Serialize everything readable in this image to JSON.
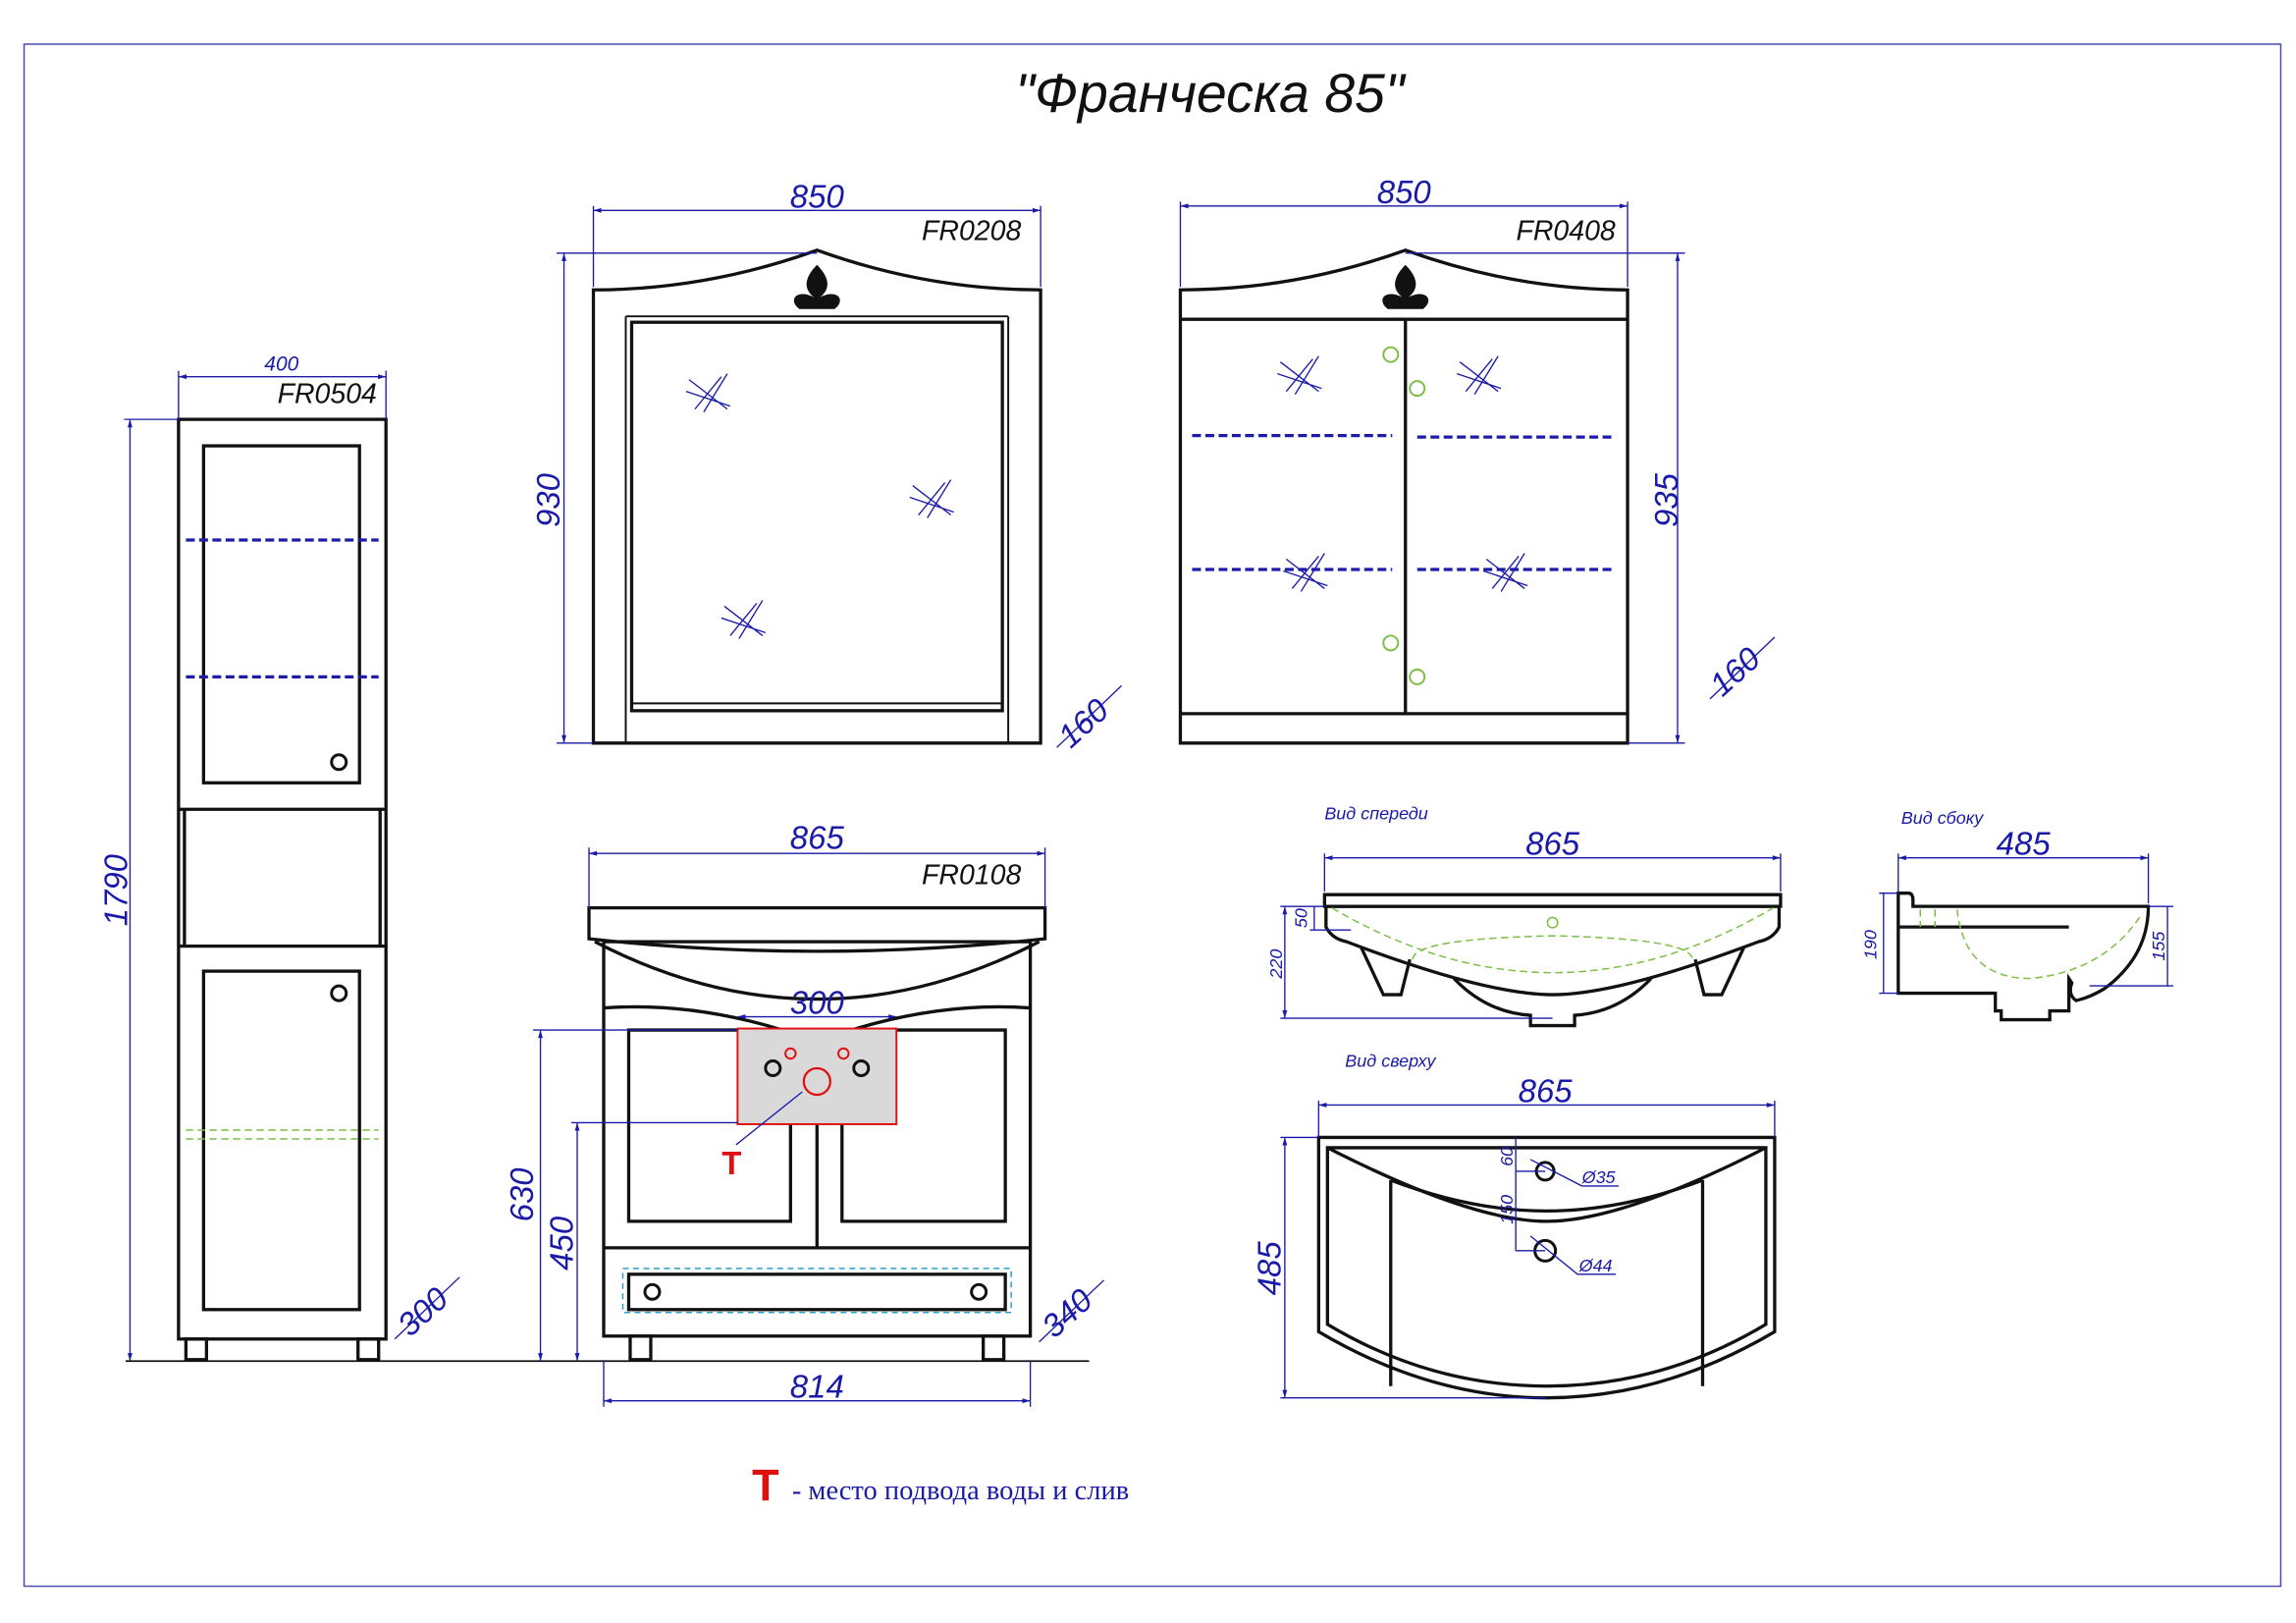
{
  "title": "\"Франческа 85\"",
  "mirror": {
    "code": "FR0208",
    "width": "850",
    "height": "930",
    "depth": "160"
  },
  "cabinet": {
    "code": "FR0408",
    "width": "850",
    "height": "935",
    "depth": "160"
  },
  "tall_cabinet": {
    "code": "FR0504",
    "width": "400",
    "height": "1790",
    "depth": "300"
  },
  "vanity": {
    "code": "FR0108",
    "width_top": "865",
    "width_bottom": "814",
    "depth": "340",
    "connection_zone_width": "300",
    "height_630": "630",
    "height_450": "450",
    "connection_marker": "Т"
  },
  "sink_front": {
    "label": "Вид спереди",
    "width": "865",
    "height": "220",
    "rim": "50"
  },
  "sink_side": {
    "label": "Вид сбоку",
    "depth": "485",
    "height": "190",
    "bowl": "155"
  },
  "sink_top": {
    "label": "Вид сверху",
    "width": "865",
    "depth": "485",
    "offset_60": "60",
    "offset_150": "150",
    "hole_tap": "Ø35",
    "hole_drain": "Ø44"
  },
  "legend": {
    "marker": "Т",
    "text": "- место подвода воды и слив"
  },
  "colors": {
    "dimension": "#1a1aa8",
    "marker": "#e01010",
    "hidden": "#7cbf45"
  }
}
